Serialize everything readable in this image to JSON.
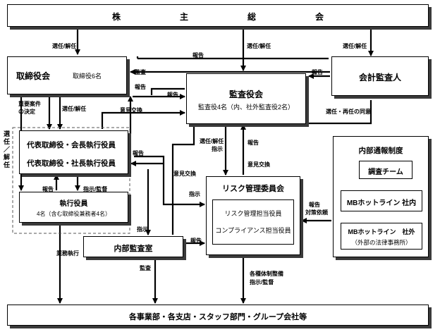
{
  "shareholders_meeting": "株　　　　　　　主　　　　　　　総　　　　　　　会",
  "board": {
    "title": "取締役会",
    "members": "取締役6名"
  },
  "audit_board": {
    "title": "監査役会",
    "members": "監査役4名（内、社外監査役2名）"
  },
  "accounting_auditor": {
    "title": "会計監査人"
  },
  "representative": {
    "line1": "代表取締役・会長執行役員",
    "line2": "代表取締役・社長執行役員"
  },
  "executive_officers": {
    "title": "執行役員",
    "members": "4名（含む取締役兼務者4名）"
  },
  "internal_audit": {
    "title": "内部監査室"
  },
  "risk_committee": {
    "title": "リスク管理委員会",
    "officer1": "リスク管理担当役員",
    "officer2": "コンプライアンス担当役員"
  },
  "whistleblowing": {
    "title": "内部通報制度",
    "team": "調査チーム",
    "hotline_internal": "MBホットライン  社内",
    "hotline_external": "MBホットライン　社外",
    "hotline_external_note": "（外部の法律事務所）"
  },
  "divisions": "各事業部・各支店・スタッフ部門・グループ会社等",
  "labels": {
    "appoint_dismiss_1": "選任/解任",
    "appoint_dismiss_2": "選任/解任",
    "appoint_dismiss_3": "選任/解任",
    "report_acct_to_board": "報告",
    "report_acct_to_audit": "報告",
    "audit_1": "監査",
    "report_board_to_audit": "報告",
    "important_matters": "重要案件\nの決定",
    "appoint_dismiss_rep": "選任/解任",
    "opinion_exchange_1": "意見交換",
    "appoint_reappoint_consent": "選任・再任の同意",
    "appoint_dismiss_side": "選任／解任",
    "report_rep_to_board": "報告",
    "appoint_dismiss_audit": "選任/解任",
    "instruct_1": "指示",
    "report_risk_to_audit": "報告",
    "opinion_exchange_2": "意見交換",
    "opinion_exchange_3": "意見交換",
    "report_exec_to_rep": "報告",
    "instruct_supervise_1": "指示/監督",
    "instruct_2": "指示",
    "report_wb": "報告",
    "countermeasure_request": "対策依頼",
    "report_rep_to_ia": "報告",
    "instruct_3": "指示",
    "report_ia_to_risk": "報告",
    "business_execution": "業務執行",
    "audit_2": "監査",
    "system_development": "各種体制整備",
    "instruct_supervise_2": "指示/監督"
  }
}
